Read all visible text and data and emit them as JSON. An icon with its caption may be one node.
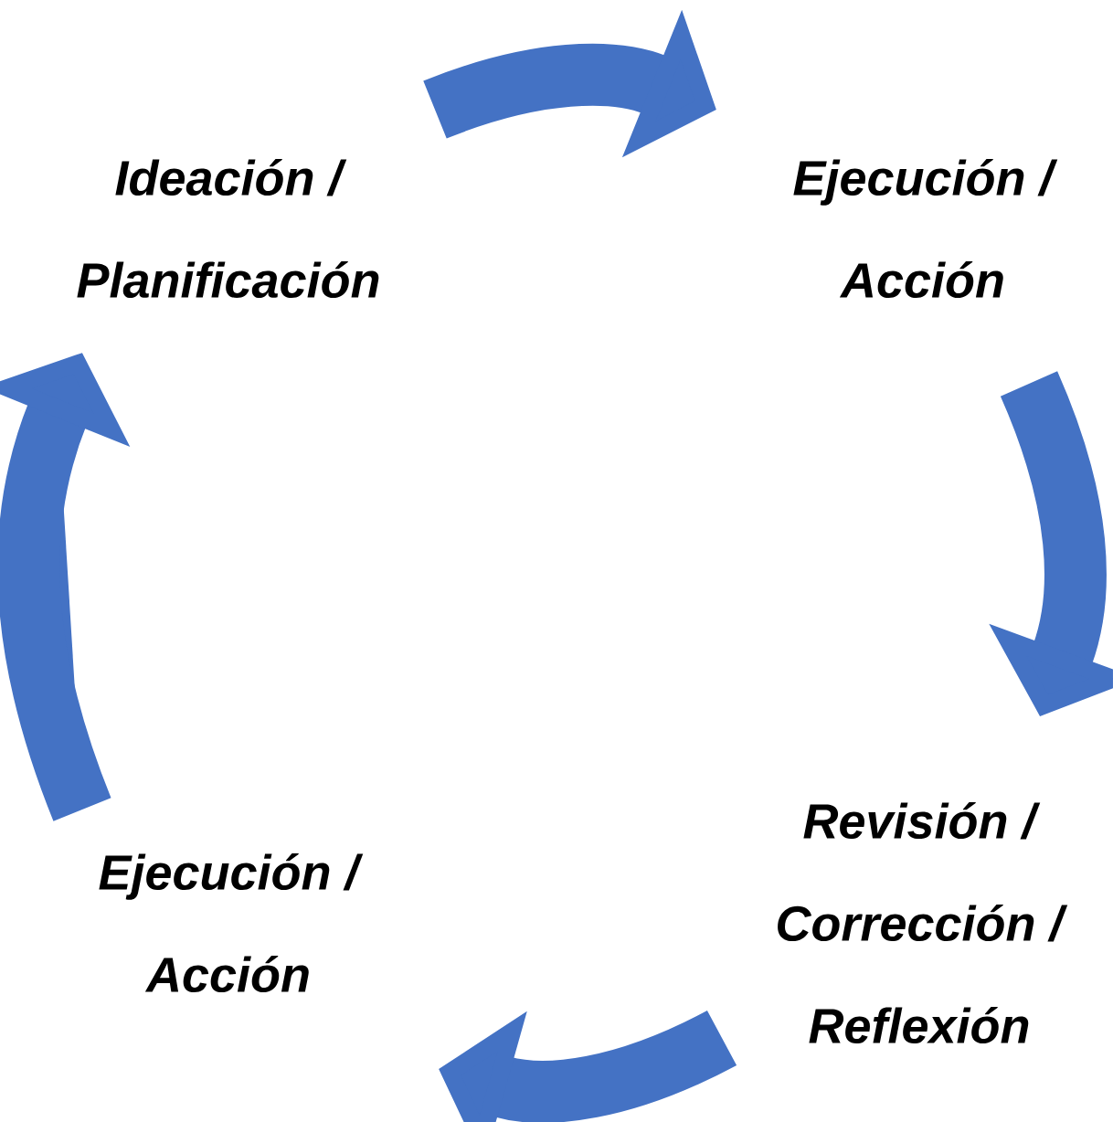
{
  "diagram": {
    "nodes": [
      {
        "text": [
          "Ideación / Planificación"
        ]
      },
      {
        "text": [
          "Ejecución / Acción"
        ]
      },
      {
        "text": [
          "Revisión / Corrección / Reflexión"
        ]
      },
      {
        "text": [
          "Ejecución / Acción"
        ]
      }
    ],
    "edges": [
      {
        "from": 0,
        "to": 1,
        "arrow": "to"
      },
      {
        "from": 1,
        "to": 2,
        "arrow": "to"
      },
      {
        "from": 2,
        "to": 3,
        "arrow": "to"
      },
      {
        "from": 3,
        "to": 0,
        "arrow": "to"
      }
    ]
  }
}
